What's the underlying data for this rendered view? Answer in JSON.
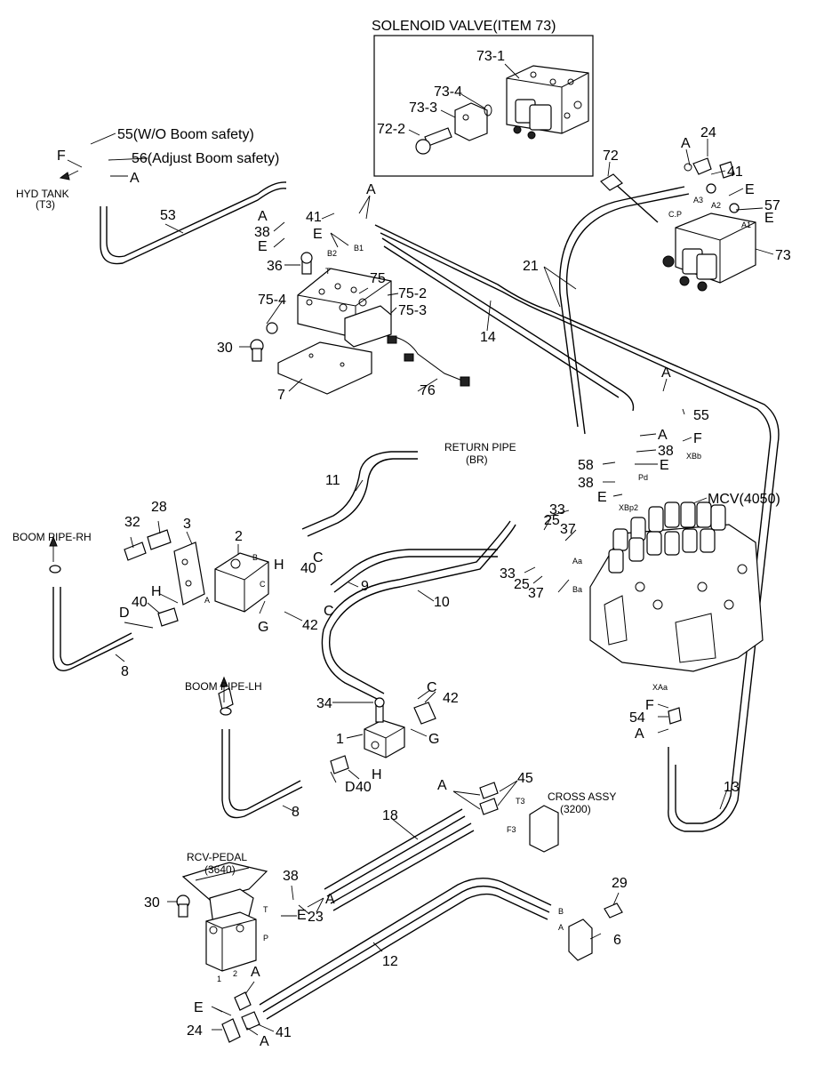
{
  "inset": {
    "title": "SOLENOID VALVE(ITEM 73)",
    "labels": [
      "73-1",
      "73-4",
      "73-3",
      "72-2"
    ]
  },
  "callouts": {
    "c55_top": "55(W/O Boom safety)",
    "c56": "56(Adjust Boom safety)",
    "f_top": "F",
    "a_top": "A",
    "hyd_tank": "HYD TANK",
    "t3": "(T3)",
    "c53": "53",
    "c41_mid": "41",
    "a_mid": "A",
    "c38_mid": "38",
    "a_mid2": "A",
    "e_mid": "E",
    "e_mid2": "E",
    "b2": "B2",
    "b1": "B1",
    "t_port": "T",
    "c36": "36",
    "c75": "75",
    "c75_4": "75-4",
    "c75_2": "75-2",
    "c75_3": "75-3",
    "c30_top": "30",
    "c7": "7",
    "c76": "76",
    "c14": "14",
    "c21": "21",
    "c72": "72",
    "a_r": "A",
    "c24_top": "24",
    "c41_r": "41",
    "e_r1": "E",
    "a3": "A3",
    "a2": "A2",
    "c57": "57",
    "a1": "A1",
    "e_r2": "E",
    "cp": "C.P",
    "c73": "73",
    "a_55": "A",
    "c55_r": "55",
    "f_r": "F",
    "a_38": "A",
    "c38_r": "38",
    "xbb": "XBb",
    "c58": "58",
    "e_58": "E",
    "pd": "Pd",
    "c38_r2": "38",
    "e_r3": "E",
    "xbp2": "XBp2",
    "mcv": "MCV(4050)",
    "return_pipe": "RETURN PIPE",
    "br": "(BR)",
    "c11": "11",
    "c33a": "33",
    "c25a": "25",
    "c37a": "37",
    "aa": "Aa",
    "c33b": "33",
    "c25b": "25",
    "c37b": "37",
    "ba": "Ba",
    "c9": "9",
    "c10": "10",
    "boom_rh": "BOOM PIPE-RH",
    "c32": "32",
    "c28": "28",
    "c3": "3",
    "c2": "2",
    "b_port": "B",
    "c40a": "40",
    "h_a": "H",
    "c_a": "C",
    "c_port": "C",
    "a_port": "A",
    "h_b": "H",
    "c40b": "40",
    "d_a": "D",
    "g_a": "G",
    "c42a": "42",
    "c_b": "C",
    "c8a": "8",
    "boom_lh": "BOOM PIPE-LH",
    "c34": "34",
    "c_c": "C",
    "c42b": "42",
    "c1": "1",
    "g_b": "G",
    "c40c": "40",
    "d_b": "D",
    "h_c": "H",
    "c8b": "8",
    "xaa": "XAa",
    "f_b": "F",
    "c54": "54",
    "a_b": "A",
    "c13": "13",
    "a_45": "A",
    "c45": "45",
    "cross": "CROSS ASSY",
    "cross_no": "(3200)",
    "t3b": "T3",
    "f3": "F3",
    "c18": "18",
    "rcv": "RCV-PEDAL",
    "rcv_no": "(3640)",
    "c30b": "30",
    "c38b": "38",
    "t_b": "T",
    "c23": "23",
    "a_23": "A",
    "e_23": "E",
    "p_b": "P",
    "c29": "29",
    "b_6": "B",
    "a_6": "A",
    "c6": "6",
    "c12": "12",
    "p1": "1",
    "p2": "2",
    "a_bot": "A",
    "e_bot": "E",
    "c24b": "24",
    "a_bot2": "A",
    "c41b": "41"
  }
}
